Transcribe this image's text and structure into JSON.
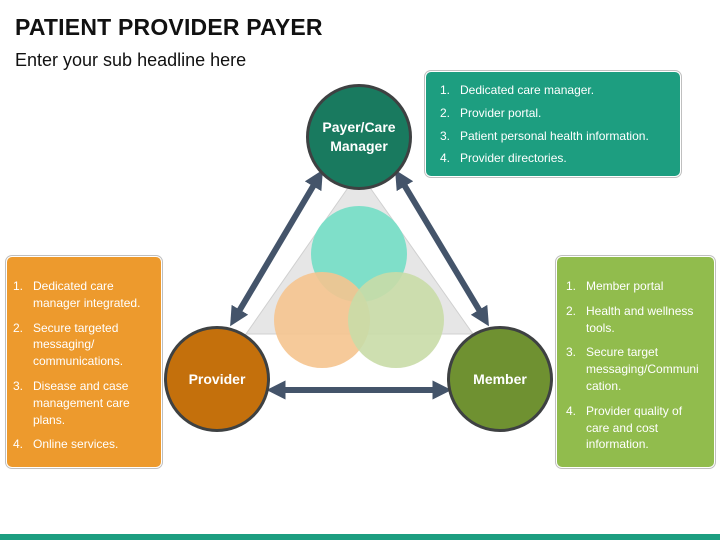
{
  "header": {
    "title": "PATIENT PROVIDER PAYER",
    "subtitle": "Enter your sub headline here"
  },
  "nodes": {
    "payer": {
      "label": "Payer/Care Manager",
      "color": "#197a5f"
    },
    "provider": {
      "label": "Provider",
      "color": "#c4700c"
    },
    "member": {
      "label": "Member",
      "color": "#6f9131"
    }
  },
  "boxes": {
    "payer": {
      "color": "#1d9e80",
      "items": [
        "Dedicated care manager.",
        "Provider portal.",
        "Patient personal health information.",
        "Provider directories."
      ]
    },
    "provider": {
      "color": "#ed9a2d",
      "items": [
        "Dedicated care manager integrated.",
        "Secure targeted messaging/ communications.",
        "Disease and case management care plans.",
        "Online services."
      ]
    },
    "member": {
      "color": "#91bc4d",
      "items": [
        "Member portal",
        "Health and wellness tools.",
        "Secure target messaging/Communi cation.",
        "Provider quality of care and cost information."
      ]
    }
  },
  "venn_colors": [
    "#7fdfc9",
    "#f5c48f",
    "#c9dba7"
  ],
  "arrow_color": "#44546a",
  "triangle_color": "#e6e6e6"
}
